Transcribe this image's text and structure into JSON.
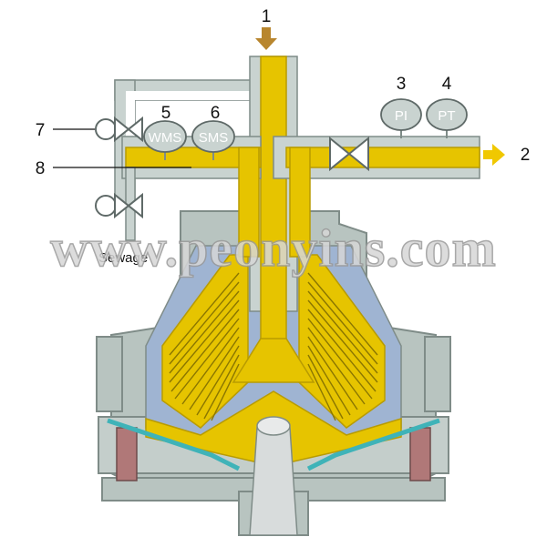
{
  "labels": {
    "inlet": "1",
    "outlet": "2",
    "pi_number": "3",
    "pt_number": "4",
    "wms_number": "5",
    "sms_number": "6",
    "valve_number": "7",
    "pipe_number": "8"
  },
  "gauges": {
    "wms": "WMS",
    "sms": "SMS",
    "pi": "PI",
    "pt": "PT"
  },
  "sewage": "Sewage",
  "watermark": "www.peonyins.com",
  "colors": {
    "fluid": "#e6c400",
    "fluid_edge": "#b89b00",
    "casing": "#b8c4c0",
    "casing_edge": "#7f8c88",
    "pipe_gray": "#c9d3d0",
    "gauge_fill": "#c9d3d0",
    "inlet_arrow": "#b8862e",
    "outlet_arrow": "#f0c800",
    "seal_red": "#b07878",
    "seal_teal": "#3fb3b8",
    "cone": "#d8dcdc"
  }
}
